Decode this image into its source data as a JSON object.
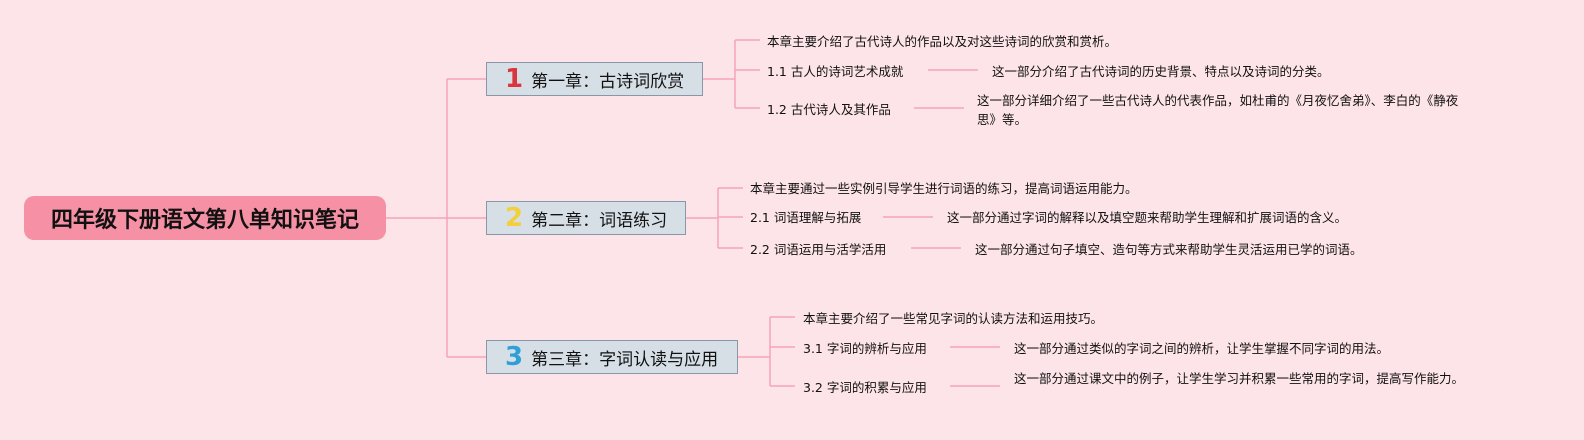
{
  "root": {
    "title": "四年级下册语文第八单知识笔记"
  },
  "colors": {
    "background": "#fde4e8",
    "root_fill": "#f590a5",
    "line": "#f4a4b8",
    "chapter_fill": "#d7dfe6",
    "num1": "#d9363e",
    "num2": "#f2cf3b",
    "num3": "#2f9fd8"
  },
  "chapters": [
    {
      "number": "1",
      "title": "第一章：古诗词欣赏",
      "summary": "本章主要介绍了古代诗人的作品以及对这些诗词的欣赏和赏析。",
      "sections": [
        {
          "label": "1.1 古人的诗词艺术成就",
          "description": "这一部分介绍了古代诗词的历史背景、特点以及诗词的分类。"
        },
        {
          "label": "1.2 古代诗人及其作品",
          "description": "这一部分详细介绍了一些古代诗人的代表作品，如杜甫的《月夜忆舍弟》、李白的《静夜思》等。"
        }
      ]
    },
    {
      "number": "2",
      "title": "第二章：词语练习",
      "summary": "本章主要通过一些实例引导学生进行词语的练习，提高词语运用能力。",
      "sections": [
        {
          "label": "2.1 词语理解与拓展",
          "description": "这一部分通过字词的解释以及填空题来帮助学生理解和扩展词语的含义。"
        },
        {
          "label": "2.2 词语运用与活学活用",
          "description": "这一部分通过句子填空、造句等方式来帮助学生灵活运用已学的词语。"
        }
      ]
    },
    {
      "number": "3",
      "title": "第三章：字词认读与应用",
      "summary": "本章主要介绍了一些常见字词的认读方法和运用技巧。",
      "sections": [
        {
          "label": "3.1 字词的辨析与应用",
          "description": "这一部分通过类似的字词之间的辨析，让学生掌握不同字词的用法。"
        },
        {
          "label": "3.2 字词的积累与应用",
          "description": "这一部分通过课文中的例子，让学生学习并积累一些常用的字词，提高写作能力。"
        }
      ]
    }
  ]
}
